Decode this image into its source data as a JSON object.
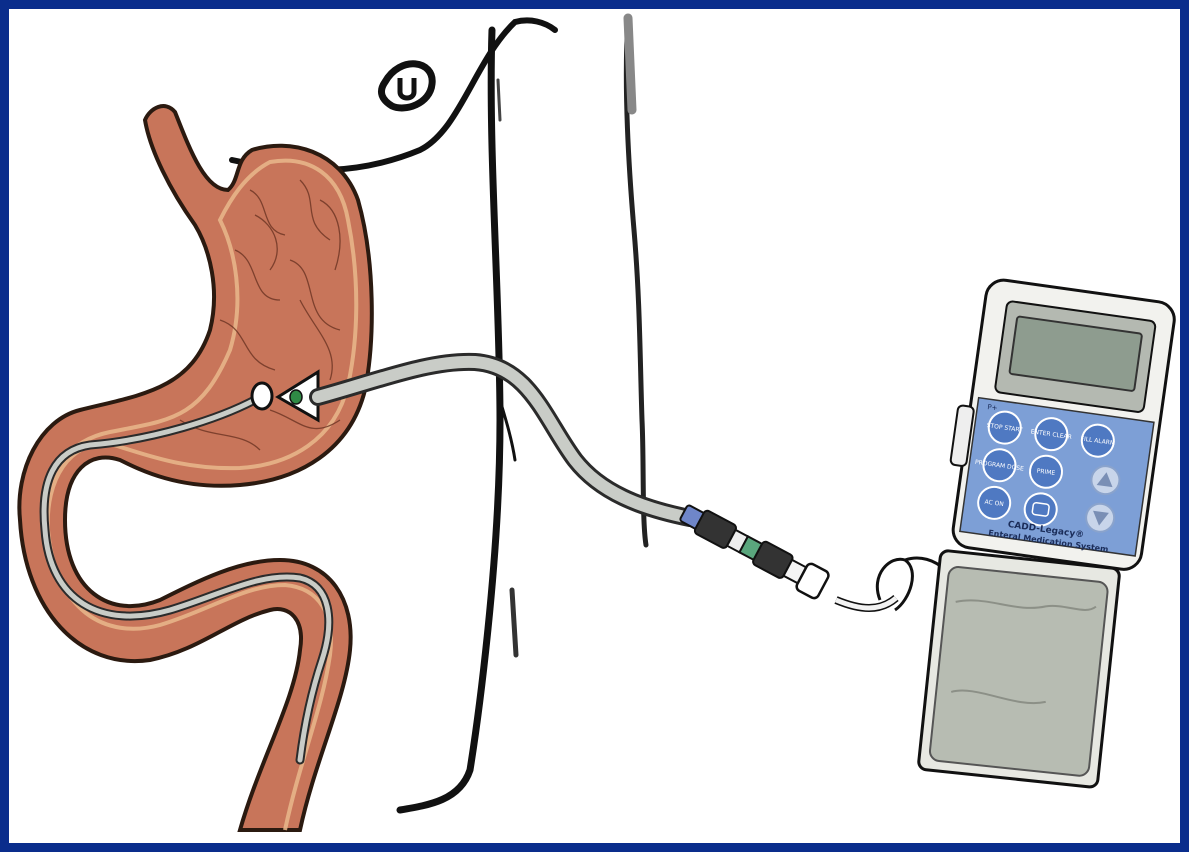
{
  "illustration": {
    "colors": {
      "frame": "#0a2d8c",
      "stomach": "#c8755a",
      "stomach_outline": "#2b1a10",
      "stomach_rim": "#e9b98c",
      "tube": "#c9ccc7",
      "pump_body": "#f2f2ee",
      "pump_screen": "#8e9c8f",
      "keypad": "#7d9fd6",
      "keypad_button": "#4f79c2",
      "bag": "#b7bcb2"
    },
    "pump": {
      "button_labels": [
        "STOP START",
        "ENTER CLEAR",
        "FILL ALARM",
        "PROGRAM DOSE",
        "PRIME",
        "AC ON"
      ],
      "brand": "CADD-Legacy®",
      "subtitle": "Enteral Medication System",
      "corner_mark": "P+"
    }
  }
}
